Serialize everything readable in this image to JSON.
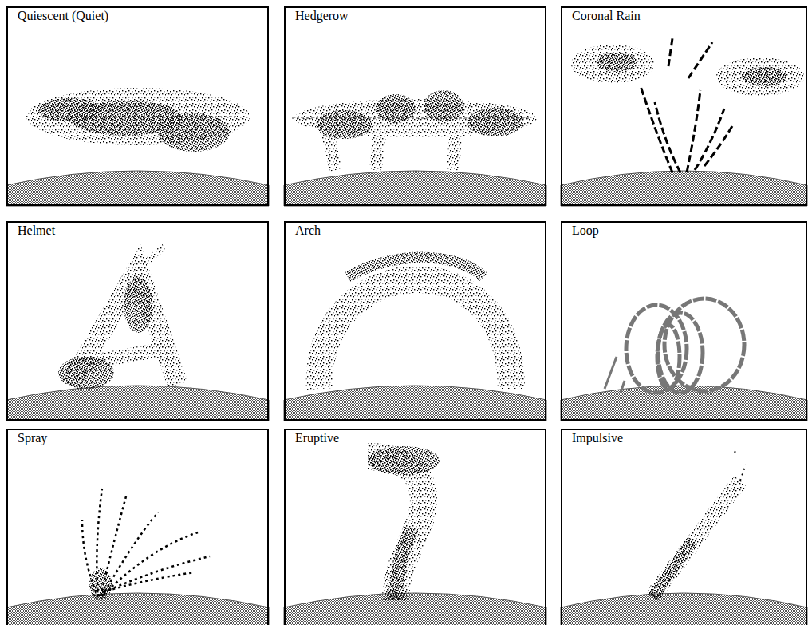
{
  "diagram": {
    "nodes": [
      {
        "text": [
          "Quiescent (Quiet)"
        ]
      },
      {
        "text": [
          "Hedgerow"
        ]
      },
      {
        "text": [
          "Coronal Rain"
        ]
      },
      {
        "text": [
          "Helmet"
        ]
      },
      {
        "text": [
          "Arch"
        ]
      },
      {
        "text": [
          "Loop"
        ]
      },
      {
        "text": [
          "Spray"
        ]
      },
      {
        "text": [
          "Eruptive"
        ]
      },
      {
        "text": [
          "Impulsive"
        ]
      }
    ]
  }
}
